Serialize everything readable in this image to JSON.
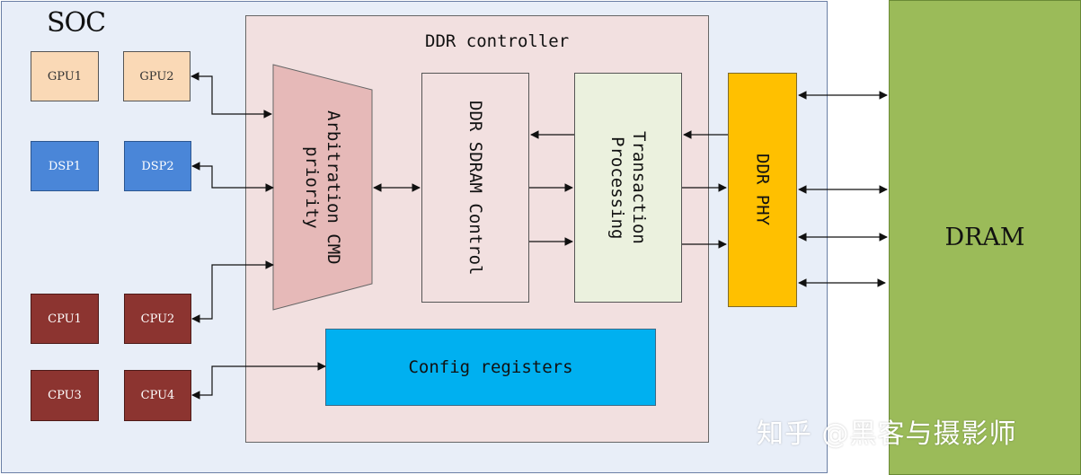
{
  "soc": {
    "label": "SOC"
  },
  "controller": {
    "label": "DDR controller",
    "arbitration_line1": "Arbitration CMD",
    "arbitration_line2": "priority",
    "sdram_control": "DDR SDRAM Control",
    "transaction_line1": "Transaction",
    "transaction_line2": "Processing",
    "config_registers": "Config registers"
  },
  "chips": {
    "gpu1": "GPU1",
    "gpu2": "GPU2",
    "dsp1": "DSP1",
    "dsp2": "DSP2",
    "cpu1": "CPU1",
    "cpu2": "CPU2",
    "cpu3": "CPU3",
    "cpu4": "CPU4"
  },
  "phy": {
    "label": "DDR PHY"
  },
  "dram": {
    "label": "DRAM"
  },
  "watermark": "知乎 @黑客与摄影师",
  "colors": {
    "soc_bg": "#e8eef8",
    "controller_bg": "#f2e0e0",
    "arbiter": "#e6b9b8",
    "transaction": "#ebf1de",
    "phy": "#ffc000",
    "config": "#00b0f0",
    "dram": "#9bbb59",
    "gpu": "#fad9b6",
    "dsp": "#4a86d8",
    "cpu": "#8c3430"
  }
}
